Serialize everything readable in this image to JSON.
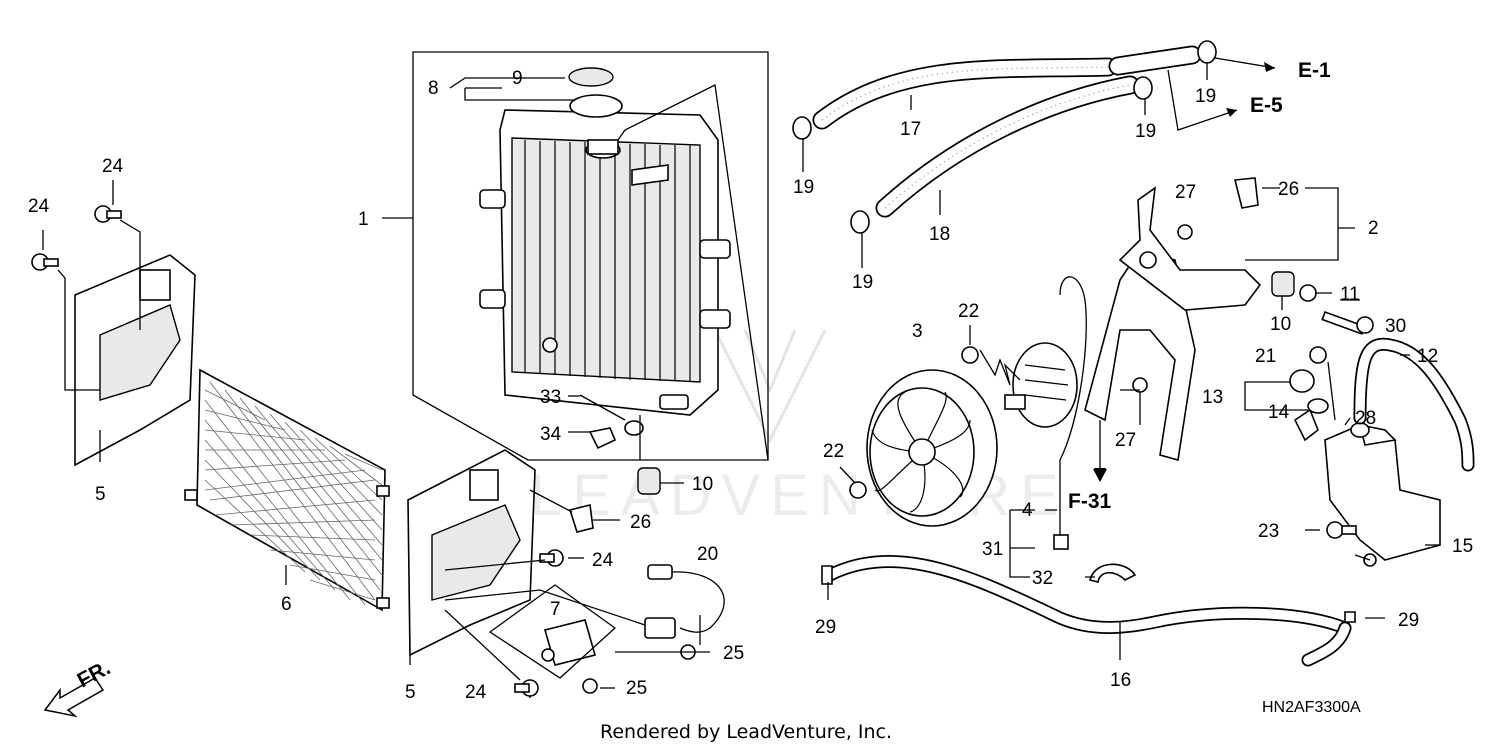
{
  "diagram": {
    "part_numbers": {
      "n1": "1",
      "n2": "2",
      "n3": "3",
      "n4": "4",
      "n5a": "5",
      "n5b": "5",
      "n6": "6",
      "n7": "7",
      "n8": "8",
      "n9": "9",
      "n10a": "10",
      "n10b": "10",
      "n11": "11",
      "n12": "12",
      "n13": "13",
      "n14": "14",
      "n15": "15",
      "n16": "16",
      "n17": "17",
      "n18": "18",
      "n19a": "19",
      "n19b": "19",
      "n19c": "19",
      "n19d": "19",
      "n20": "20",
      "n21": "21",
      "n22a": "22",
      "n22b": "22",
      "n23": "23",
      "n24a": "24",
      "n24b": "24",
      "n24c": "24",
      "n24d": "24",
      "n25a": "25",
      "n25b": "25",
      "n26a": "26",
      "n26b": "26",
      "n27a": "27",
      "n27b": "27",
      "n28": "28",
      "n29a": "29",
      "n29b": "29",
      "n30": "30",
      "n31": "31",
      "n32": "32",
      "n33": "33",
      "n34": "34"
    },
    "references": {
      "e1": "E-1",
      "e5": "E-5",
      "f31": "F-31"
    },
    "direction_marker": "FR.",
    "diagram_code": "HN2AF3300A",
    "watermark_text": "LEADVENTURE",
    "footer": "Rendered by LeadVenture, Inc."
  },
  "colors": {
    "ink": "#000000",
    "paper": "#ffffff",
    "watermark": "#e4e4e4"
  }
}
